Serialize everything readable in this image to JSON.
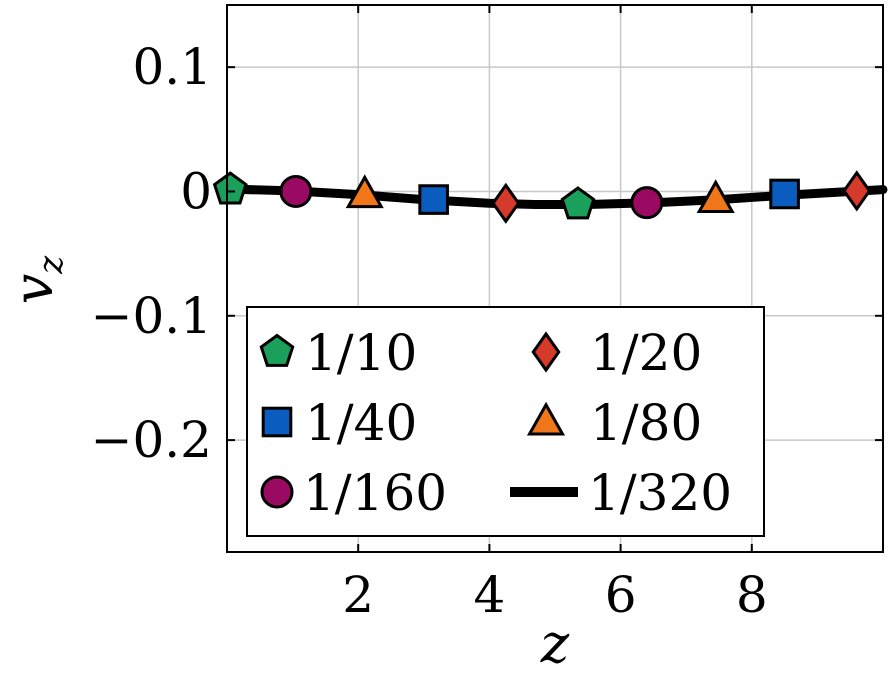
{
  "chart_data": {
    "type": "line",
    "xlabel": "z",
    "ylabel": "v",
    "ylabel_sub": "z",
    "xlim": [
      0,
      10
    ],
    "ylim": [
      -0.29,
      0.15
    ],
    "grid": true,
    "legend_position": "bottom-left",
    "x_ticks": [
      2,
      4,
      6,
      8
    ],
    "x_tick_labels": [
      "2",
      "4",
      "6",
      "8"
    ],
    "y_ticks": [
      0.1,
      0,
      -0.1,
      -0.2
    ],
    "y_tick_labels": [
      "0.1",
      "0",
      "−0.1",
      "−0.2"
    ],
    "series": [
      {
        "name": "1/10",
        "marker": "pentagon",
        "color": "#1aa05a",
        "x": [
          0.05,
          5.35
        ],
        "values": [
          0.0015,
          -0.0105
        ]
      },
      {
        "name": "1/20",
        "marker": "diamond",
        "color": "#d63a2a",
        "x": [
          4.25,
          9.6
        ],
        "values": [
          -0.0095,
          0.0005
        ]
      },
      {
        "name": "1/40",
        "marker": "square",
        "color": "#0a5cbe",
        "x": [
          3.15,
          8.5
        ],
        "values": [
          -0.0065,
          -0.002
        ]
      },
      {
        "name": "1/80",
        "marker": "triangle",
        "color": "#f0761a",
        "x": [
          2.1,
          7.45
        ],
        "values": [
          -0.0025,
          -0.0065
        ]
      },
      {
        "name": "1/160",
        "marker": "circle",
        "color": "#9a0a62",
        "x": [
          1.05,
          6.4
        ],
        "values": [
          0.0,
          -0.009
        ]
      },
      {
        "name": "1/320",
        "marker": "none",
        "color": "#000000",
        "x": [
          0,
          1,
          2,
          3,
          4,
          4.7,
          5.5,
          6.5,
          7.5,
          8.5,
          9.5,
          10
        ],
        "values": [
          0.002,
          0.0005,
          -0.0025,
          -0.0065,
          -0.0095,
          -0.0105,
          -0.0105,
          -0.009,
          -0.0065,
          -0.003,
          0.0,
          0.0015
        ]
      }
    ]
  }
}
